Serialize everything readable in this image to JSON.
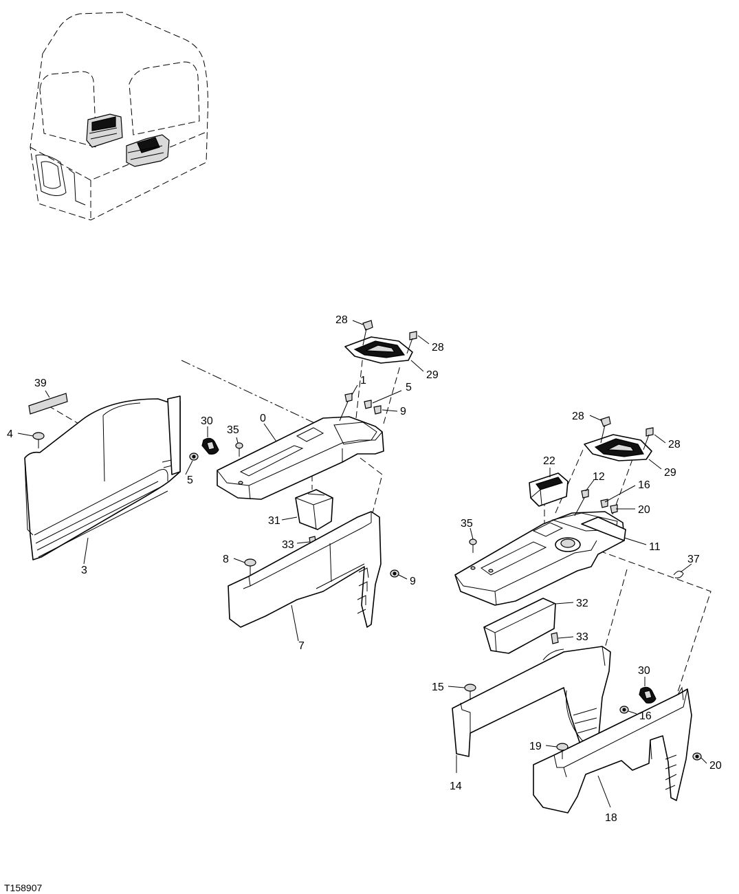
{
  "figure_id": "T158907",
  "callouts": [
    {
      "key": "c28a",
      "label": "28"
    },
    {
      "key": "c28b",
      "label": "28"
    },
    {
      "key": "c29a",
      "label": "29"
    },
    {
      "key": "c1",
      "label": "1"
    },
    {
      "key": "c5a",
      "label": "5"
    },
    {
      "key": "c9a",
      "label": "9"
    },
    {
      "key": "c39",
      "label": "39"
    },
    {
      "key": "c4",
      "label": "4"
    },
    {
      "key": "c30a",
      "label": "30"
    },
    {
      "key": "c35a",
      "label": "35"
    },
    {
      "key": "c0",
      "label": "0"
    },
    {
      "key": "c5b",
      "label": "5"
    },
    {
      "key": "c31",
      "label": "31"
    },
    {
      "key": "c33a",
      "label": "33"
    },
    {
      "key": "c3",
      "label": "3"
    },
    {
      "key": "c8",
      "label": "8"
    },
    {
      "key": "c9b",
      "label": "9"
    },
    {
      "key": "c7",
      "label": "7"
    },
    {
      "key": "c28c",
      "label": "28"
    },
    {
      "key": "c28d",
      "label": "28"
    },
    {
      "key": "c29b",
      "label": "29"
    },
    {
      "key": "c22",
      "label": "22"
    },
    {
      "key": "c12",
      "label": "12"
    },
    {
      "key": "c16a",
      "label": "16"
    },
    {
      "key": "c20a",
      "label": "20"
    },
    {
      "key": "c35b",
      "label": "35"
    },
    {
      "key": "c11",
      "label": "11"
    },
    {
      "key": "c37",
      "label": "37"
    },
    {
      "key": "c32",
      "label": "32"
    },
    {
      "key": "c33b",
      "label": "33"
    },
    {
      "key": "c30b",
      "label": "30"
    },
    {
      "key": "c15",
      "label": "15"
    },
    {
      "key": "c16b",
      "label": "16"
    },
    {
      "key": "c19",
      "label": "19"
    },
    {
      "key": "c20b",
      "label": "20"
    },
    {
      "key": "c14",
      "label": "14"
    },
    {
      "key": "c18",
      "label": "18"
    }
  ]
}
